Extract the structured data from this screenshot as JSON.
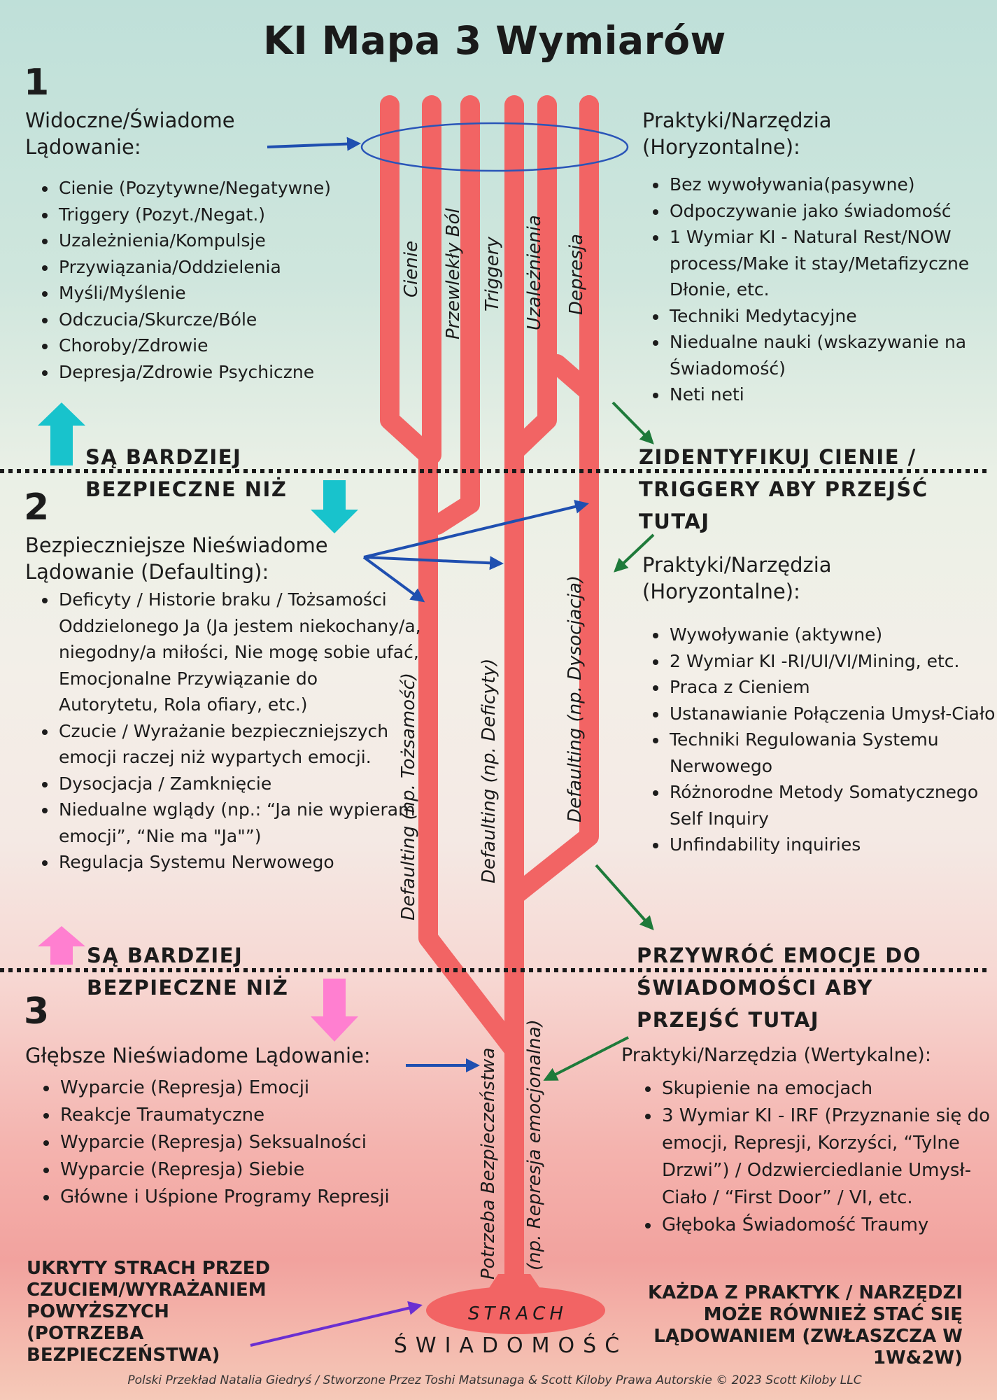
{
  "title": "KI Mapa 3 Wymiarów",
  "colors": {
    "tree": "#f26464",
    "arrow_blue": "#1f4fb0",
    "arrow_green": "#1e7a3a",
    "arrow_purple": "#6a2fd1",
    "up_teal": "#18c3cc",
    "up_pink": "#ff7fd0"
  },
  "section1": {
    "number": "1",
    "heading": "Widoczne/Świadome Lądowanie:",
    "items": [
      "Cienie (Pozytywne/Negatywne)",
      "Triggery (Pozyt./Negat.)",
      "Uzależnienia/Kompulsje",
      "Przywiązania/Oddzielenia",
      "Myśli/Myślenie",
      "Odczucia/Skurcze/Bóle",
      "Choroby/Zdrowie",
      "Depresja/Zdrowie Psychiczne"
    ],
    "practices_heading": "Praktyki/Narzędzia (Horyzontalne):",
    "practices": [
      "Bez wywoływania(pasywne)",
      "Odpoczywanie jako świadomość",
      "1 Wymiar KI - Natural Rest/NOW process/Make it stay/Metafizyczne Dłonie, etc.",
      "Techniki Medytacyjne",
      "Niedualne nauki (wskazywanie na Świadomość)",
      "Neti neti"
    ]
  },
  "safer1": "SĄ BARDZIEJ BEZPIECZNE NIŻ",
  "cta1": "ZIDENTYFIKUJ CIENIE / TRIGGERY ABY PRZEJŚĆ TUTAJ",
  "section2": {
    "number": "2",
    "heading": "Bezpieczniejsze Nieświadome Lądowanie (Defaulting):",
    "items": [
      "Deficyty / Historie braku / Tożsamości Oddzielonego Ja (Ja jestem niekochany/a, niegodny/a miłości, Nie mogę sobie ufać, Emocjonalne Przywiązanie do Autorytetu, Rola ofiary, etc.)",
      "Czucie / Wyrażanie bezpieczniejszych emocji raczej niż wypartych emocji.",
      "Dysocjacja / Zamknięcie",
      "Niedualne wglądy (np.: “Ja nie wypieram emocji”, “Nie ma \"Ja\"”)",
      "Regulacja Systemu Nerwowego"
    ],
    "practices_heading": "Praktyki/Narzędzia (Horyzontalne):",
    "practices": [
      "Wywoływanie (aktywne)",
      "2 Wymiar KI -RI/UI/VI/Mining, etc.",
      "Praca z Cieniem",
      "Ustanawianie Połączenia Umysł-Ciało",
      "Techniki Regulowania Systemu Nerwowego",
      "Różnorodne Metody Somatycznego Self Inquiry",
      "Unfindability inquiries"
    ]
  },
  "safer2": "SĄ BARDZIEJ BEZPIECZNE NIŻ",
  "cta2": "PRZYWRÓĆ EMOCJE DO ŚWIADOMOŚCI ABY PRZEJŚĆ TUTAJ",
  "section3": {
    "number": "3",
    "heading": "Głębsze Nieświadome Lądowanie:",
    "items": [
      "Wyparcie (Represja) Emocji",
      "Reakcje Traumatyczne",
      "Wyparcie (Represja) Seksualności",
      "Wyparcie (Represja) Siebie",
      "Główne i Uśpione Programy Represji"
    ],
    "practices_heading": "Praktyki/Narzędzia (Wertykalne):",
    "practices": [
      "Skupienie na emocjach",
      "3 Wymiar KI - IRF (Przyznanie się do emocji, Represji, Korzyści, “Tylne Drzwi”) / Odzwierciedlanie Umysł-Ciało / “First Door” / VI, etc.",
      "Głęboka Świadomość Traumy"
    ]
  },
  "tree_labels": {
    "branches": [
      "Cienie",
      "Przewlekły Ból",
      "Triggery",
      "Uzależnienia",
      "Depresja"
    ],
    "defaulting": [
      "Defaulting (np. Tożsamość)",
      "Defaulting (np. Deficyty)",
      "Defaulting (np. Dysocjacja)"
    ],
    "trunk": [
      "Potrzeba Bezpieczeństwa",
      "(np. Represja emocjonalna)"
    ],
    "root": "STRACH",
    "awareness": "ŚWIADOMOŚĆ"
  },
  "hidden_fear": "UKRYTY STRACH PRZED CZUCIEM/WYRAŻANIEM POWYŻSZYCH (POTRZEBA BEZPIECZEŃSTWA)",
  "each_practice": "KAŻDA Z PRAKTYK / NARZĘDZI MOŻE RÓWNIEŻ STAĆ SIĘ LĄDOWANIEM (ZWŁASZCZA W 1W&2W)",
  "footer": "Polski Przekład Natalia Giedryś / Stworzone Przez Toshi Matsunaga & Scott Kiloby  Prawa Autorskie © 2023 Scott Kiloby LLC"
}
